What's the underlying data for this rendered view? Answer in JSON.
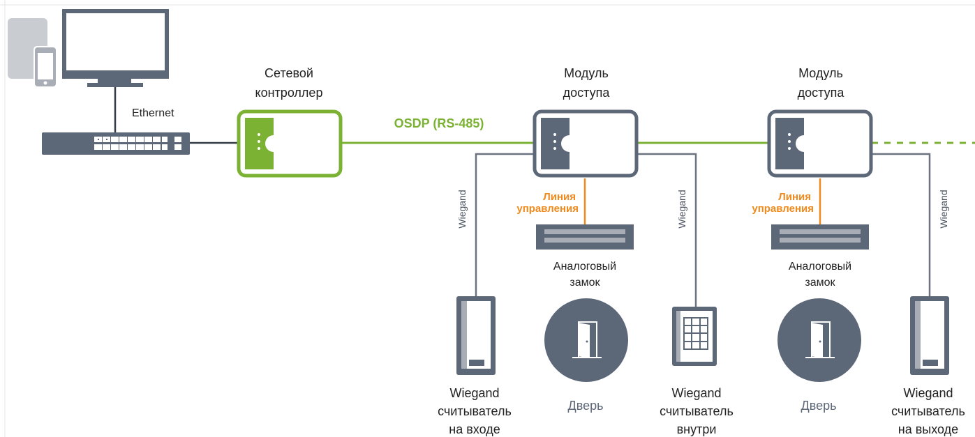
{
  "labels": {
    "ethernet": "Ethernet",
    "osdp": "OSDP (RS-485)",
    "network_controller": [
      "Сетевой",
      "контроллер"
    ],
    "access_module": [
      "Модуль",
      "доступа"
    ],
    "control_line": [
      "Линия",
      "управления"
    ],
    "wiegand_bus": "Wiegand",
    "analog_lock": [
      "Аналоговый",
      "замок"
    ],
    "door": "Дверь",
    "reader_entry": [
      "Wiegand",
      "считыватель",
      "на входе"
    ],
    "reader_inside": [
      "Wiegand",
      "считыватель",
      "внутри"
    ],
    "reader_exit": [
      "Wiegand",
      "считыватель",
      "на выходе"
    ]
  },
  "colors": {
    "device": "#5c6778",
    "device_light": "#a8adb6",
    "green": "#7bb234",
    "orange": "#ef8a1e",
    "line_gray": "#6b7380",
    "text": "#222222"
  },
  "icons": [
    "tablet-icon",
    "phone-icon",
    "monitor-icon",
    "network-switch-icon",
    "controller-icon",
    "access-module-icon",
    "lock-icon",
    "door-icon",
    "card-reader-icon",
    "keypad-reader-icon"
  ]
}
